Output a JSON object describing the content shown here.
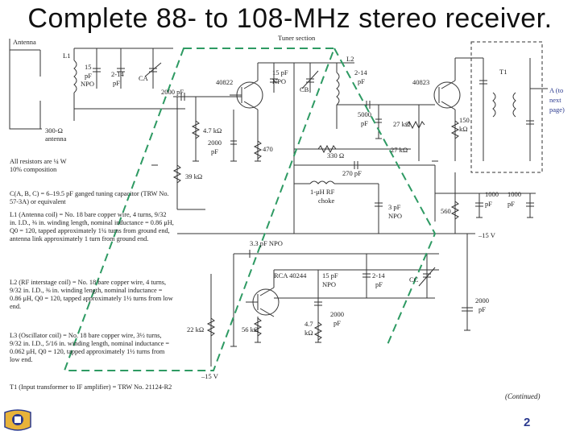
{
  "title": "Complete 88- to 108-MHz stereo receiver.",
  "page_number": "2",
  "diagram": {
    "section_label": "Tuner section",
    "labels": {
      "antenna": "Antenna",
      "l1": "L1",
      "c15": "15",
      "pf1": "pF",
      "npo1": "NPO",
      "c214": "2-14",
      "pf2": "pF",
      "ca": "CA",
      "c2000a": "2000 pF",
      "ant300": "300-Ω",
      "antenna2": "antenna",
      "q1": "40822",
      "r47k": "4.7 kΩ",
      "c2000b": "2000",
      "pf3": "pF",
      "r470": "470",
      "r39k": "39 kΩ",
      "c15b": "15 pF",
      "npo2": "NPO",
      "cb": "CB",
      "l2": "L2",
      "c214b": "2-14",
      "pf4": "pF",
      "q2": "40823",
      "c5000": "5000",
      "pf5": "pF",
      "r27k": "27 kΩ",
      "r27kb": "27 kΩ",
      "r150k": "150",
      "kohm": "kΩ",
      "t1": "T1",
      "out_a": "A (to",
      "out_b": "next",
      "out_c": "page)",
      "r330": "330 Ω",
      "c270": "270 pF",
      "rfc": "1-μH RF",
      "choke": "choke",
      "c1000a": "1000",
      "c1000b": "1000",
      "pf6": "pF",
      "pf7": "pF",
      "c3pf": "3 pF",
      "npo3": "NPO",
      "r560": "560",
      "v15": "–15 V",
      "c33": "3.3 pF NPO",
      "q3": "RCA 40244",
      "c15c": "15 pF",
      "npo4": "NPO",
      "c214c": "2-14",
      "pf8": "pF",
      "cc": "CC",
      "c2000c": "2000",
      "pf9": "pF",
      "c2000d": "2000",
      "pf10": "pF",
      "r22k": "22 kΩ",
      "r56k": "56 kΩ",
      "r47kb": "4.7",
      "kohm2": "kΩ",
      "vneg15": "–15 V"
    }
  },
  "notes": [
    "All resistors are ¼ W",
    "10% composition",
    "C(A, B, C) = 6–19.5 pF ganged tuning capacitor (TRW No. 57-3A) or equivalent",
    "L1 (Antenna coil) = No. 18 bare copper wire, 4 turns, 9/32 in. I.D., ⅜ in. winding length, nominal inductance = 0.86 μH, Q0 = 120, tapped approximately 1¼ turns from ground end, antenna link approximately 1 turn from ground end.",
    "L2 (RF interstage coil) = No. 18 bare copper wire, 4 turns, 9/32 in. I.D., ⅜ in. winding length, nominal inductance = 0.86 μH, Q0 = 120, tapped approximately 1½ turns from low end.",
    "L3 (Oscillator coil) = No. 18 bare copper wire, 3½ turns, 9/32 in. I.D., 5/16 in. winding length, nominal inductance = 0.062 μH, Q0 = 120, tapped approximately 1½ turns from low end.",
    "T1 (Input transformer to IF amplifier) = TRW No. 21124-R2"
  ],
  "continued": "(Continued)",
  "colors": {
    "title": "#111111",
    "dashed_box": "#2e9a63",
    "page_number": "#2b3a8f"
  }
}
